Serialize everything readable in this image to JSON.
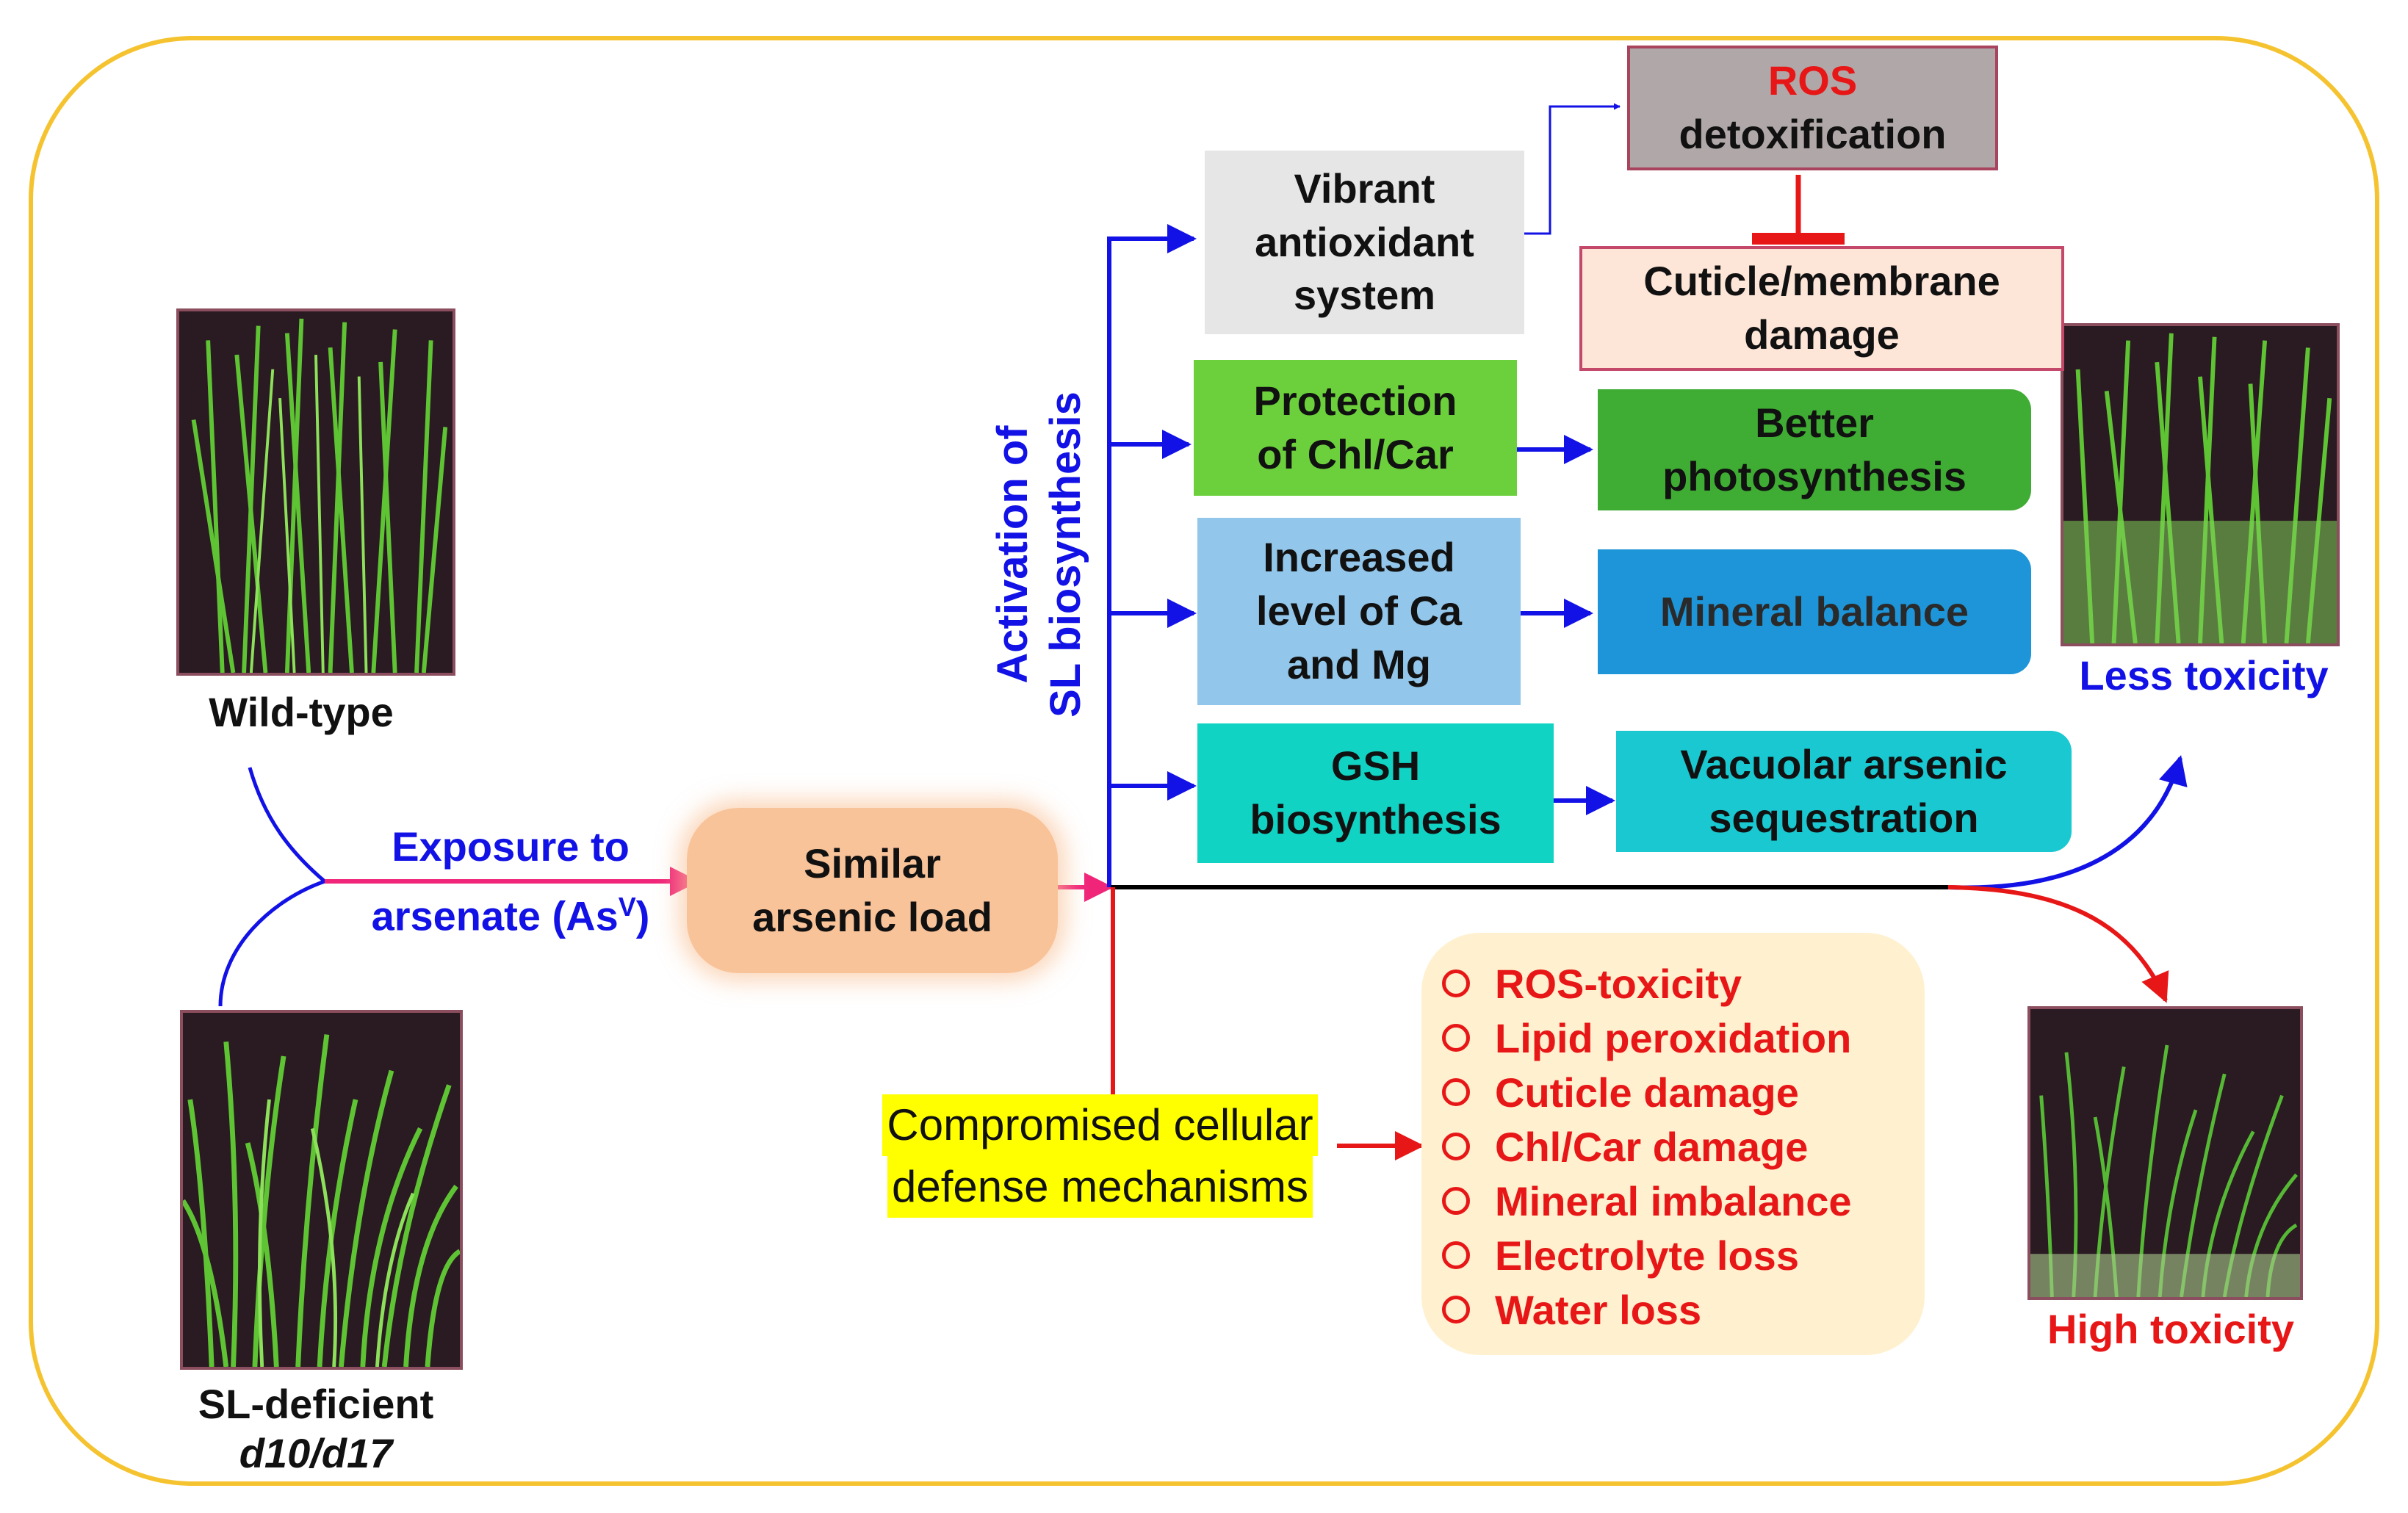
{
  "inputs": {
    "wild_type": "Wild-type",
    "sl_deficient": "SL-deficient",
    "mutant_lines": "d10/d17"
  },
  "exposure": {
    "line1": "Exposure to",
    "line2_prefix": "arsenate (As",
    "superscript": "V",
    "line2_suffix": ")"
  },
  "similar_load": {
    "line1": "Similar",
    "line2": "arsenic load"
  },
  "activation": {
    "line1": "Activation of",
    "line2": "SL biosynthesis"
  },
  "pathways": {
    "antioxidant": {
      "line1": "Vibrant",
      "line2": "antioxidant",
      "line3": "system"
    },
    "ros_detox": {
      "line1": "ROS",
      "line2": "detoxification"
    },
    "cuticle": {
      "line1": "Cuticle/membrane",
      "line2": "damage"
    },
    "chl_protection": {
      "line1": "Protection",
      "line2": "of Chl/Car"
    },
    "photosynthesis": {
      "line1": "Better",
      "line2": "photosynthesis"
    },
    "minerals": {
      "line1": "Increased",
      "line2": "level of Ca",
      "line3": "and Mg"
    },
    "mineral_balance": {
      "line1": "Mineral balance"
    },
    "gsh": {
      "line1": "GSH",
      "line2": "biosynthesis"
    },
    "vacuolar": {
      "line1": "Vacuolar arsenic",
      "line2": "sequestration"
    }
  },
  "compromised": {
    "line1": "Compromised cellular",
    "line2": "defense mechanisms"
  },
  "effects": [
    "ROS-toxicity",
    "Lipid peroxidation",
    "Cuticle damage",
    "Chl/Car damage",
    "Mineral imbalance",
    "Electrolyte loss",
    "Water loss"
  ],
  "outcomes": {
    "less": "Less toxicity",
    "high": "High toxicity"
  },
  "colors": {
    "border": "#f5c330",
    "blue": "#1212e6",
    "red": "#e81717",
    "pink": "#f0257a",
    "highlight": "#ffff00",
    "antioxidant_fill": "#e6e6e6",
    "ros_fill": "#b0a8a8",
    "cuticle_fill": "#fde5d8",
    "chl_fill": "#6cd03c",
    "photosynthesis_fill": "#3fac34",
    "minerals_fill": "#92c6ea",
    "mineral_balance_fill": "#1e95d8",
    "gsh_fill": "#11d3c3",
    "vacuolar_fill": "#19c8d0",
    "effects_fill": "#fff1cf",
    "similar_fill": "#f9c39a"
  }
}
